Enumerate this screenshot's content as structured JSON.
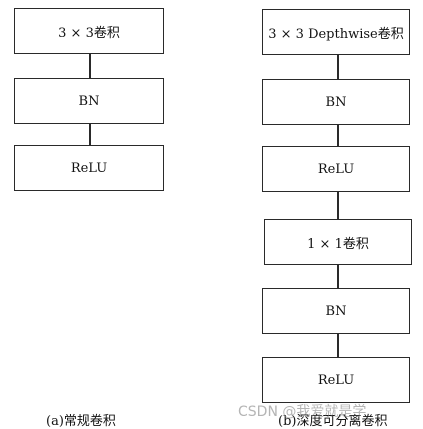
{
  "left_diagram": {
    "boxes": [
      "3 × 3卷积",
      "BN",
      "ReLU"
    ],
    "caption": "(a)常规卷积"
  },
  "right_diagram": {
    "boxes": [
      "3 × 3 Depthwise卷积",
      "BN",
      "ReLU",
      "1 × 1卷积",
      "BN",
      "ReLU"
    ],
    "caption": "(b)深度可分离卷积"
  },
  "watermark": "CSDN @我爱就是学"
}
